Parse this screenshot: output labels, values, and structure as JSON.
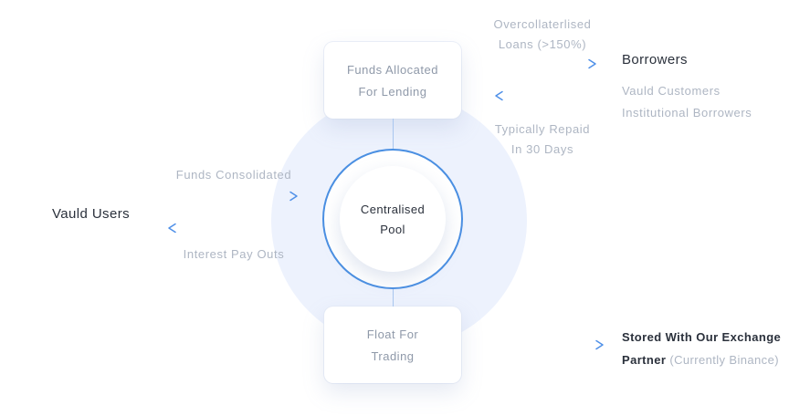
{
  "diagram": {
    "center": {
      "line1": "Centralised",
      "line2": "Pool"
    },
    "top_card": {
      "line1": "Funds Allocated",
      "line2": "For Lending"
    },
    "bottom_card": {
      "line1": "Float For",
      "line2": "Trading"
    },
    "left": {
      "actor": "Vauld Users",
      "inflow_label": "Funds Consolidated",
      "outflow_label": "Interest Pay Outs"
    },
    "borrowers": {
      "loan_label_line1": "Overcollaterlised",
      "loan_label_line2": "Loans (>150%)",
      "actor": "Borrowers",
      "sub1": "Vauld Customers",
      "sub2": "Institutional Borrowers",
      "repay_label_line1": "Typically Repaid",
      "repay_label_line2": "In 30 Days"
    },
    "exchange": {
      "bold_line1": "Stored With Our Exchange",
      "bold_word": "Partner",
      "gray_note": "(Currently Binance)"
    },
    "colors": {
      "accent_blue": "#4a8fe2",
      "arrow_tail_blue": "#cfe0f8",
      "blob_background": "#edf2fd",
      "gray_text": "#aeb6c3",
      "dark_text": "#2b313c"
    }
  }
}
